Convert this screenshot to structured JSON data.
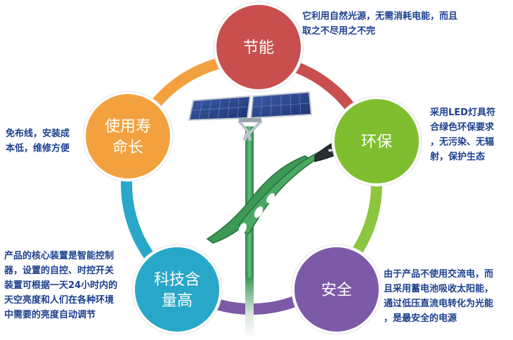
{
  "nodes": [
    {
      "id": "energy",
      "lines": [
        "节能"
      ],
      "color": "#c94f4f",
      "icon": "none"
    },
    {
      "id": "eco",
      "lines": [
        "环保"
      ],
      "color": "#7fbf2f",
      "icon": "none"
    },
    {
      "id": "safety",
      "lines": [
        "安全"
      ],
      "color": "#7c5aa8",
      "icon": "none"
    },
    {
      "id": "tech",
      "lines": [
        "科技含",
        "量高"
      ],
      "color": "#29a7c8",
      "icon": "none"
    },
    {
      "id": "lifespan",
      "lines": [
        "使用寿",
        "命长"
      ],
      "color": "#f3a13f",
      "icon": "none"
    }
  ],
  "descriptions": {
    "energy": [
      "它利用自然光源，无需消耗电能，而且",
      "取之不尽用之不完"
    ],
    "eco": [
      "采用LED灯具符",
      "合绿色环保要求",
      "，无污染、无辐",
      "射，保护生态"
    ],
    "safety": [
      "由于产品不使用交流电，而",
      "且采用蓄电池吸收太阳能，",
      "通过低压直流电转化为光能",
      "，是最安全的电源"
    ],
    "tech": [
      "产品的核心装置是智能控制",
      "器，设置的自控、时控开关",
      "装置可根据一天24小时内的",
      "天空亮度和人们在各种环境",
      "中需要的亮度自动调节"
    ],
    "lifespan": [
      "免布线，安装成",
      "本低，维修方便"
    ]
  },
  "colors": {
    "ring_red": "#c94f4f",
    "ring_green": "#8cc63f",
    "ring_purple": "#7c5aa8",
    "ring_blue": "#29a7c8",
    "ring_orange": "#f3a13f",
    "text_blue": "#1b3f8f",
    "pole_green": "#3c9a55"
  },
  "illustration": {
    "name": "solar-street-lamp",
    "icon": "solar-panel-icon"
  }
}
